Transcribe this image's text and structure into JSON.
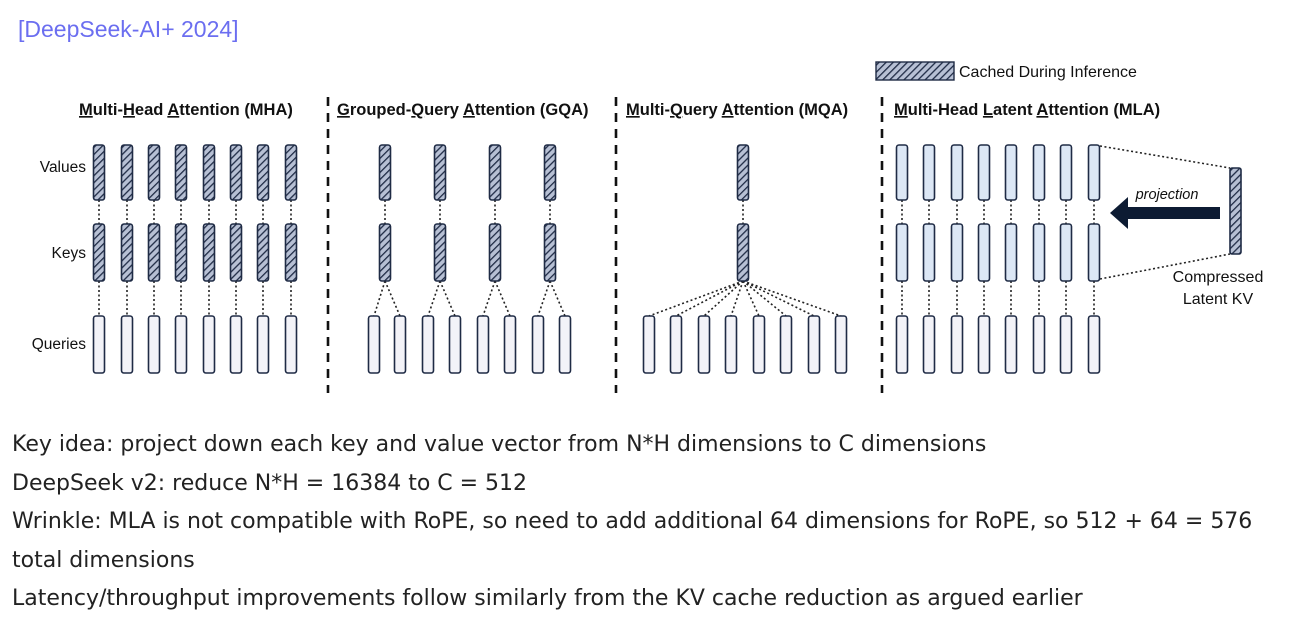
{
  "citation": "[DeepSeek-AI+ 2024]",
  "legend": {
    "label": "Cached During Inference"
  },
  "row_labels": {
    "values": "Values",
    "keys": "Keys",
    "queries": "Queries"
  },
  "sections": [
    {
      "id": "mha",
      "parts": [
        [
          "M",
          true
        ],
        [
          "ulti-",
          false
        ],
        [
          "H",
          true
        ],
        [
          "ead ",
          false
        ],
        [
          "A",
          true
        ],
        [
          "ttention (MHA)",
          false
        ]
      ]
    },
    {
      "id": "gqa",
      "parts": [
        [
          "G",
          true
        ],
        [
          "rouped-",
          false
        ],
        [
          "Q",
          true
        ],
        [
          "uery ",
          false
        ],
        [
          "A",
          true
        ],
        [
          "ttention (GQA)",
          false
        ]
      ]
    },
    {
      "id": "mqa",
      "parts": [
        [
          "M",
          true
        ],
        [
          "ulti-",
          false
        ],
        [
          "Q",
          true
        ],
        [
          "uery ",
          false
        ],
        [
          "A",
          true
        ],
        [
          "ttention (MQA)",
          false
        ]
      ]
    },
    {
      "id": "mla",
      "parts": [
        [
          "M",
          true
        ],
        [
          "ulti-Head ",
          false
        ],
        [
          "L",
          true
        ],
        [
          "atent ",
          false
        ],
        [
          "A",
          true
        ],
        [
          "ttention (MLA)",
          false
        ]
      ]
    }
  ],
  "mla_labels": {
    "projection": "projection",
    "compressed_line1": "Compressed",
    "compressed_line2": "Latent KV"
  },
  "bullets": [
    "Key idea: project down each key and value vector from N*H dimensions to C dimensions",
    "DeepSeek v2: reduce N*H = 16384 to C = 512",
    "Wrinkle: MLA is not compatible with RoPE, so need to add additional 64 dimensions for RoPE, so 512 + 64 = 576 total dimensions",
    "Latency/throughput improvements follow similarly from the KV cache reduction as argued earlier"
  ],
  "colors": {
    "cached_fill": "#9aa6bf",
    "query_fill": "#f3f3f8",
    "latent_fill": "#dce7f5",
    "stroke": "#1f2b45",
    "citation": "#6b6ef0"
  }
}
